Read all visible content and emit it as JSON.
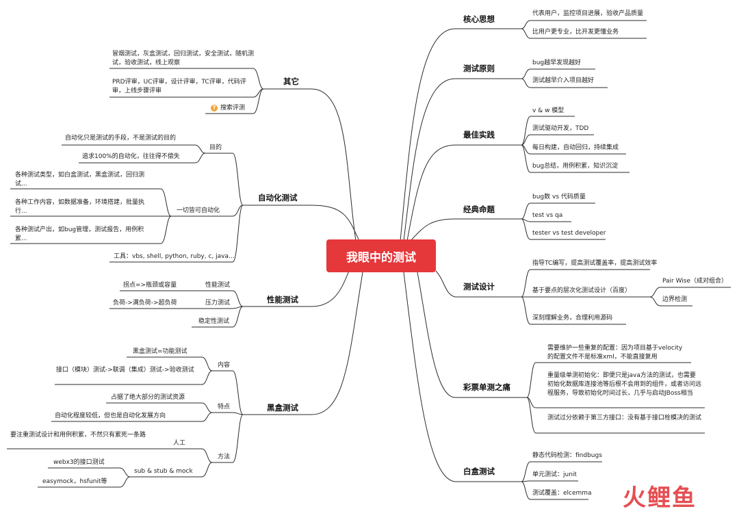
{
  "root": "我眼中的测试",
  "logo": "火鲤鱼",
  "right": {
    "core": {
      "label": "核心思想",
      "items": [
        "代表用户，监控项目进展，验收产品质量",
        "比用户更专业，比开发更懂业务"
      ]
    },
    "principle": {
      "label": "测试原则",
      "items": [
        "bug越早发现越好",
        "测试越早介入项目越好"
      ]
    },
    "best": {
      "label": "最佳实践",
      "items": [
        "v & w 模型",
        "测试驱动开发，TDD",
        "每日构建，自动回归，持续集成",
        "bug总结，用例积累，知识沉淀"
      ]
    },
    "classic": {
      "label": "经典命题",
      "items": [
        "bug数 vs 代码质量",
        "test vs qa",
        "tester vs test developer"
      ]
    },
    "design": {
      "label": "测试设计",
      "items": [
        "指导TC编写，提高测试覆盖率，提高测试效率",
        "基于要点的层次化测试设计（百度）",
        "深刻理解业务，合理利用源码"
      ],
      "sub": [
        "Pair Wise（成对组合）",
        "边界检测"
      ]
    },
    "lottery": {
      "label": "彩票单测之痛",
      "items": [
        "需要维护一些重复的配置：因为项目基于velocity的配置文件不是标准xml，不能直接复用",
        "重量级单测初始化：即便只是java方法的测试，也需要初始化数据库连接池等后根不会用到的组件，或者访问远程服务，导致初始化时间过长，几乎与启动JBoss相当",
        "测试过分依赖于第三方接口：没有基于接口栓模决的测试"
      ]
    },
    "white": {
      "label": "白盒测试",
      "items": [
        "静态代码检测：findbugs",
        "单元测试：junit",
        "测试覆盖：elcemma"
      ]
    }
  },
  "left": {
    "other": {
      "label": "其它",
      "items": [
        "冒烟测试，灰盒测试，回归测试，安全测试，随机测试，验收测试，线上观察",
        "PRD评审，UC评审，设计评审，TC评审，代码评审，上线步骤评审",
        "搜索评测"
      ]
    },
    "auto": {
      "label": "自动化测试",
      "goal": {
        "label": "目的",
        "items": [
          "自动化只是测试的手段，不是测试的目的",
          "追求100%的自动化，往往得不偿失"
        ]
      },
      "all": {
        "label": "一切皆可自动化",
        "items": [
          "各种测试类型，如白盒测试，黑盒测试，回归测试...",
          "各种工作内容，如数据准备，环境搭建，批量执行...",
          "各种测试产出，如bug管理，测试报告，用例积累..."
        ]
      },
      "tools": "工具：vbs, shell, python, ruby, c, java..."
    },
    "perf": {
      "label": "性能测试",
      "subs": [
        "性能测试",
        "压力测试",
        "稳定性测试"
      ],
      "notes": [
        "拐点=>瓶颈或容量",
        "负荷->满负荷->超负荷"
      ]
    },
    "black": {
      "label": "黑盒测试",
      "content": {
        "label": "内容",
        "items": [
          "黑盒测试=功能测试",
          "接口（模块）测试->联调（集成）测试->验收测试"
        ]
      },
      "feature": {
        "label": "特点",
        "items": [
          "占据了绝大部分的测试资源",
          "自动化程度较低，但也是自动化发展方向"
        ]
      },
      "method": {
        "label": "方法",
        "manual": {
          "label": "人工",
          "items": [
            "要注重测试设计和用例积累，不然只有累死一条路"
          ]
        },
        "mock": {
          "label": "sub & stub & mock",
          "items": [
            "webx3的接口测试",
            "easymock，hsfunit等"
          ]
        }
      }
    }
  }
}
